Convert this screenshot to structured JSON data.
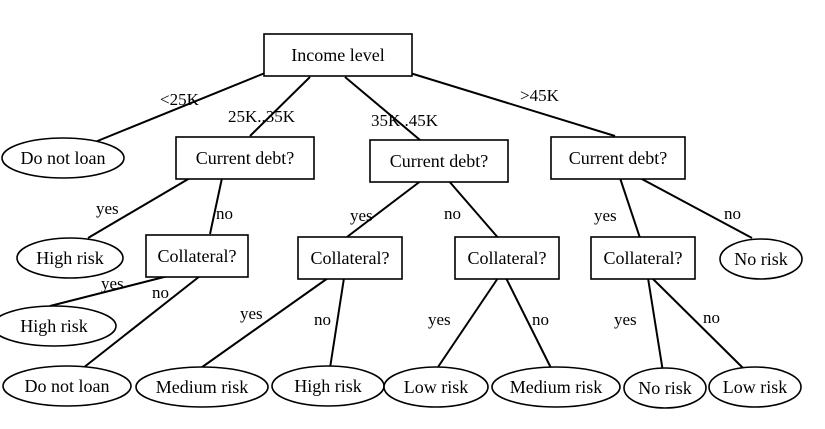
{
  "tree": {
    "root": "Income level",
    "income_edges": [
      "<25K",
      "25K..35K",
      "35K..45K",
      ">45K"
    ],
    "nodes": {
      "do_not_loan_1": "Do not loan",
      "debt_1": "Current debt?",
      "debt_2": "Current debt?",
      "debt_3": "Current debt?",
      "high_risk_1": "High risk",
      "collateral_1": "Collateral?",
      "high_risk_2": "High risk",
      "do_not_loan_2": "Do not loan",
      "collateral_2": "Collateral?",
      "medium_risk_1": "Medium risk",
      "high_risk_3": "High risk",
      "collateral_3": "Collateral?",
      "low_risk_1": "Low risk",
      "medium_risk_2": "Medium risk",
      "collateral_4": "Collateral?",
      "no_risk_1": "No risk",
      "no_risk_2": "No risk",
      "low_risk_2": "Low risk"
    },
    "yes": "yes",
    "no": "no"
  }
}
